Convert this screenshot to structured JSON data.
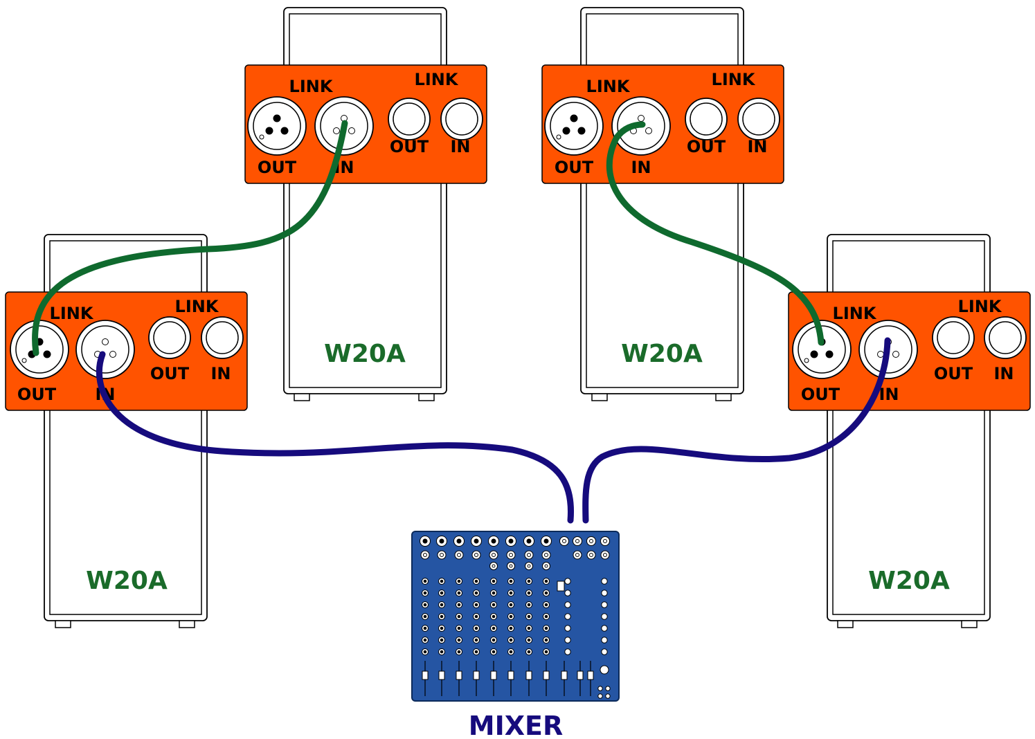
{
  "colors": {
    "panel": "#ff5300",
    "model_text": "#1a6b2a",
    "link_cable": "#0f6a2e",
    "mixer_cable": "#160b7d",
    "mixer_body": "#2555a3",
    "mixer_label": "#160b7d"
  },
  "speakers": [
    {
      "id": "top-left",
      "model": "W20A",
      "panel": {
        "xlr_link": "LINK",
        "jack_link": "LINK",
        "xlr_out": "OUT",
        "xlr_in": "IN",
        "jack_out": "OUT",
        "jack_in": "IN"
      }
    },
    {
      "id": "top-right",
      "model": "W20A",
      "panel": {
        "xlr_link": "LINK",
        "jack_link": "LINK",
        "xlr_out": "OUT",
        "xlr_in": "IN",
        "jack_out": "OUT",
        "jack_in": "IN"
      }
    },
    {
      "id": "bottom-left",
      "model": "W20A",
      "panel": {
        "xlr_link": "LINK",
        "jack_link": "LINK",
        "xlr_out": "OUT",
        "xlr_in": "IN",
        "jack_out": "OUT",
        "jack_in": "IN"
      }
    },
    {
      "id": "bottom-right",
      "model": "W20A",
      "panel": {
        "xlr_link": "LINK",
        "jack_link": "LINK",
        "xlr_out": "OUT",
        "xlr_in": "IN",
        "jack_out": "OUT",
        "jack_in": "IN"
      }
    }
  ],
  "mixer": {
    "label": "MIXER"
  },
  "connections": [
    {
      "from": "bottom-left OUT",
      "to": "top-left IN",
      "type": "link"
    },
    {
      "from": "bottom-right OUT",
      "to": "top-right IN",
      "type": "link"
    },
    {
      "from": "mixer",
      "to": "bottom-left IN",
      "type": "mixer"
    },
    {
      "from": "mixer",
      "to": "bottom-right IN",
      "type": "mixer"
    }
  ]
}
